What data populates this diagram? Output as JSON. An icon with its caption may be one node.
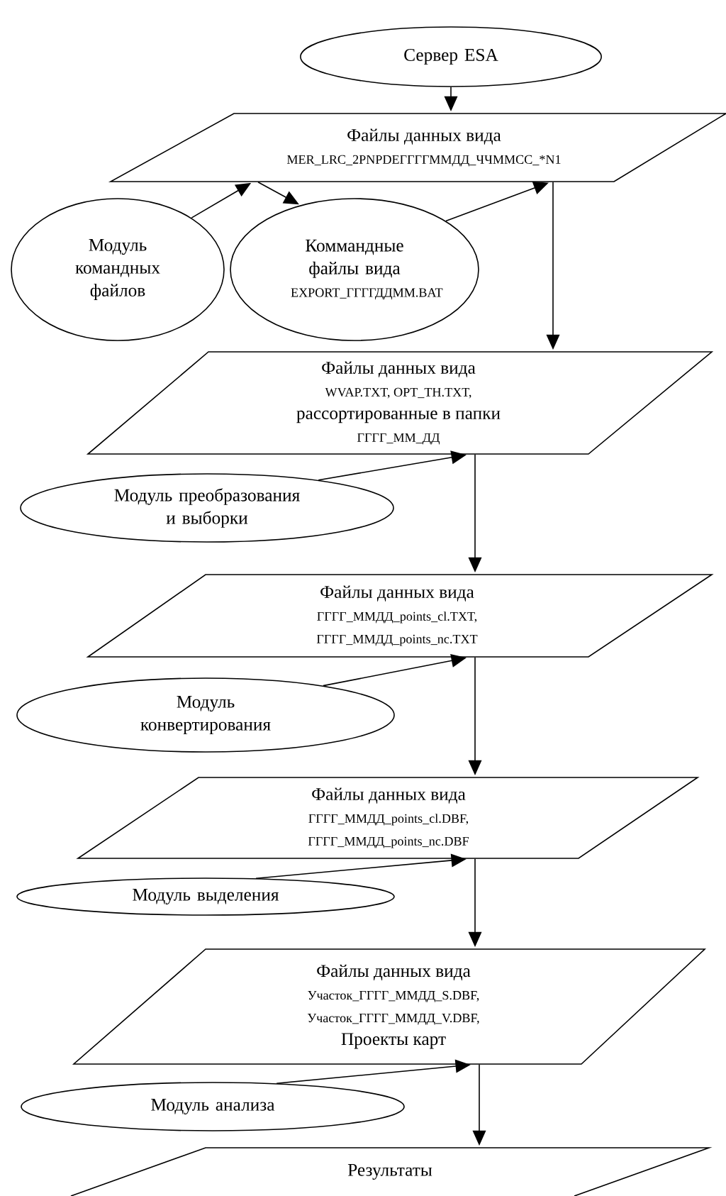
{
  "diagram": {
    "nodes": [
      {
        "text": [
          "Сервер ESA"
        ]
      },
      {
        "text": [
          "Файлы данных вида",
          "MER_LRC_2PNPDEГГГГММДД_ЧЧММСС_*N1"
        ]
      },
      {
        "text": [
          "Модуль командных файлов"
        ]
      },
      {
        "text": [
          "Коммандные файлы вида",
          "EXPORT_ГГГГДДММ.BAT"
        ]
      },
      {
        "text": [
          "Файлы данных вида",
          "WVAP.TXT, OPT_TH.TXT,",
          "рассортированные в папки",
          "ГГГГ_ММ_ДД"
        ]
      },
      {
        "text": [
          "Модуль преобразования и выборки"
        ]
      },
      {
        "text": [
          "Файлы данных вида",
          "ГГГГ_ММДД_points_cl.TXT,",
          "ГГГГ_ММДД_points_nc.TXT"
        ]
      },
      {
        "text": [
          "Модуль конвертирования"
        ]
      },
      {
        "text": [
          "Файлы данных вида",
          "ГГГГ_ММДД_points_cl.DBF,",
          "ГГГГ_ММДД_points_nc.DBF"
        ]
      },
      {
        "text": [
          "Модуль выделения"
        ]
      },
      {
        "text": [
          "Файлы данных вида",
          "Участок_ГГГГ_ММДД_S.DBF,",
          "Участок_ГГГГ_ММДД_V.DBF,",
          "Проекты карт"
        ]
      },
      {
        "text": [
          "Модуль анализа"
        ]
      },
      {
        "text": [
          "Результаты"
        ]
      }
    ],
    "edges": [
      {
        "from": 0,
        "to": 1,
        "arrow": "to"
      },
      {
        "from": 2,
        "to": 1,
        "arrow": "to"
      },
      {
        "from": 1,
        "to": 3,
        "arrow": "to"
      },
      {
        "from": 3,
        "to": 1,
        "arrow": "to"
      },
      {
        "from": 1,
        "to": 4,
        "arrow": "to"
      },
      {
        "from": 5,
        "to": 4,
        "arrow": "to"
      },
      {
        "from": 4,
        "to": 6,
        "arrow": "to"
      },
      {
        "from": 7,
        "to": 6,
        "arrow": "to"
      },
      {
        "from": 6,
        "to": 8,
        "arrow": "to"
      },
      {
        "from": 9,
        "to": 8,
        "arrow": "to"
      },
      {
        "from": 8,
        "to": 10,
        "arrow": "to"
      },
      {
        "from": 11,
        "to": 10,
        "arrow": "to"
      },
      {
        "from": 10,
        "to": 12,
        "arrow": "to"
      }
    ]
  }
}
